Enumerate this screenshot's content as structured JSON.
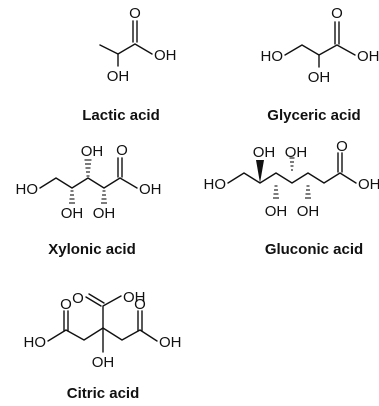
{
  "figure": {
    "compounds": [
      {
        "id": "lactic",
        "name": "Lactic acid",
        "labels": [
          "O",
          "OH",
          "OH"
        ]
      },
      {
        "id": "glyceric",
        "name": "Glyceric acid",
        "labels": [
          "O",
          "HO",
          "OH",
          "OH"
        ]
      },
      {
        "id": "xylonic",
        "name": "Xylonic acid",
        "labels": [
          "OH",
          "O",
          "HO",
          "OH",
          "OH",
          "OH"
        ]
      },
      {
        "id": "gluconic",
        "name": "Gluconic acid",
        "labels": [
          "OH",
          "OH",
          "O",
          "HO",
          "OH",
          "OH",
          "OH"
        ]
      },
      {
        "id": "citric",
        "name": "Citric acid",
        "labels": [
          "O",
          "OH",
          "O",
          "O",
          "HO",
          "OH",
          "OH"
        ]
      }
    ]
  }
}
